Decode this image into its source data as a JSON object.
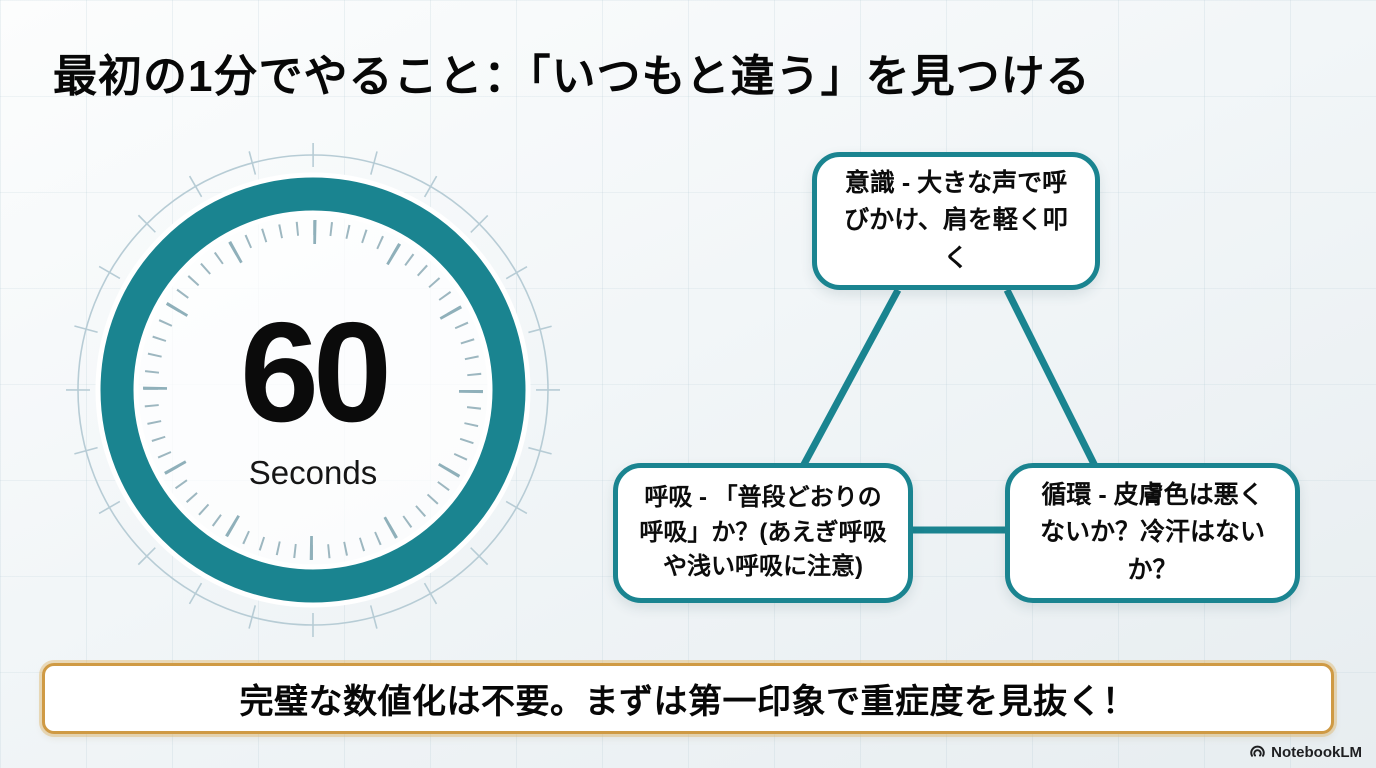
{
  "title": "最初の1分でやること：「いつもと違う」を見つける",
  "timer": {
    "value": "60",
    "unit": "Seconds"
  },
  "nodes": {
    "consciousness": "意識 - 大きな声で呼びかけ、肩を軽く叩く",
    "breathing": "呼吸 - 「普段どおりの呼吸」か？(あえぎ呼吸や浅い呼吸に注意)",
    "circulation": "循環 - 皮膚色は悪くないか？冷汗はないか？"
  },
  "banner": {
    "text": "完璧な数値化は不要。まずは第一印象で重症度を見抜く！"
  },
  "watermark": {
    "label": "NotebookLM"
  },
  "colors": {
    "accent_teal": "#1a8490",
    "banner_gold": "#cf9a44",
    "tick_gray": "#b7ccd5",
    "background": "#e7edf0"
  }
}
